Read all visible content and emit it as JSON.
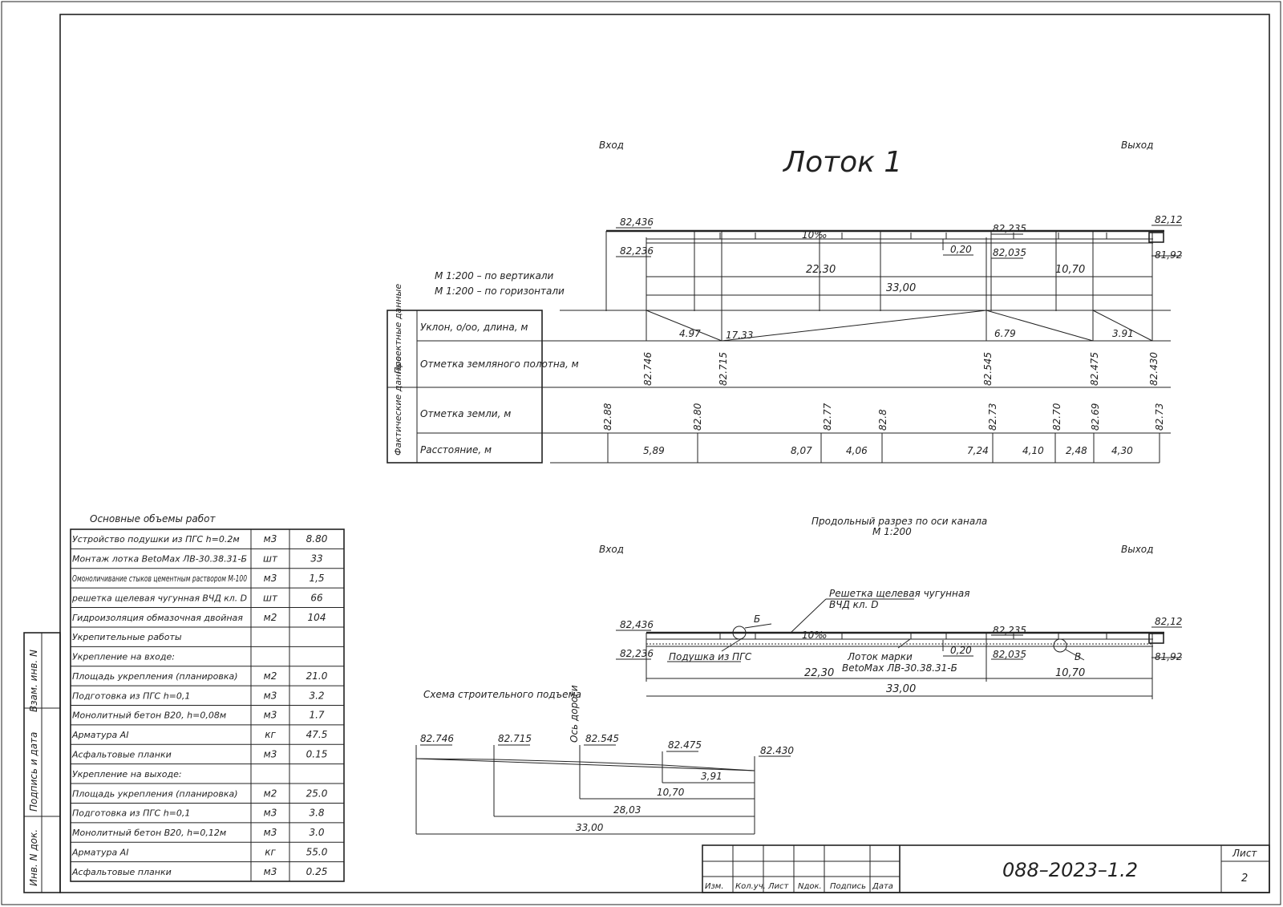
{
  "sheet": {
    "title": "Лоток 1",
    "entry_label": "Вход",
    "exit_label": "Выход",
    "scale_vertical": "М 1:200 – по вертикали",
    "scale_horizontal": "М 1:200 – по горизонтали",
    "section_title": "Продольный разрез по оси канала",
    "section_scale": "М 1:200",
    "scheme_title": "Схема строительного подъема"
  },
  "profile": {
    "elev_top_left": "82,436",
    "elev_bottom_left": "82,236",
    "elev_top_mid": "82,235",
    "elev_bottom_mid": "82,035",
    "elev_top_right": "82,12",
    "elev_bottom_right": "81,92",
    "slope": "10‰",
    "depth": "0,20",
    "dim_left": "22,30",
    "dim_right": "10,70",
    "dim_total": "33,00"
  },
  "grid": {
    "group_design": "Проектные данные",
    "group_fact": "Фактические данные",
    "rows": [
      {
        "label": "Уклон, о/оо, длина, м"
      },
      {
        "label": "Отметка земляного полотна, м"
      },
      {
        "label": "Отметка земли, м"
      },
      {
        "label": "Расстояние, м"
      }
    ],
    "slopes": [
      "4.97",
      "17.33",
      "6.79",
      "3.91"
    ],
    "subgrade_elevations": [
      "82.746",
      "82.715",
      "82.545",
      "82.475",
      "82.430"
    ],
    "ground_elevations": [
      "82.88",
      "82.80",
      "82.77",
      "82.8",
      "82.73",
      "82.70",
      "82.69",
      "82.73"
    ],
    "distances": [
      "5,89",
      "8,07",
      "4,06",
      "7,24",
      "4,10",
      "2,48",
      "4,30"
    ]
  },
  "section": {
    "grate_label_1": "Решетка щелевая чугунная",
    "grate_label_2": "ВЧД кл. D",
    "cushion_label": "Подушка из ПГС",
    "tray_label_1": "Лоток марки",
    "tray_label_2": "BetoMax ЛВ-30.38.31-Б",
    "node_b": "Б",
    "node_v": "В",
    "elev_top_left": "82,436",
    "elev_bottom_left": "82,236",
    "elev_top_mid": "82,235",
    "elev_bottom_mid": "82,035",
    "elev_top_right": "82,12",
    "elev_bottom_right": "81,92",
    "slope": "10‰",
    "depth": "0,20",
    "dim_left": "22,30",
    "dim_right": "10,70",
    "dim_total": "33,00"
  },
  "scheme": {
    "road_axis": "Ось дороги",
    "elevations": [
      "82.746",
      "82.715",
      "82.545",
      "82.475",
      "82.430"
    ],
    "dims": [
      "3,91",
      "10,70",
      "28,03",
      "33,00"
    ]
  },
  "works": {
    "title": "Основные объемы работ",
    "rows": [
      {
        "name": "Устройство подушки из ПГС h=0.2м",
        "unit": "м3",
        "qty": "8.80"
      },
      {
        "name": "Монтаж лотка BetoMax ЛВ-30.38.31-Б",
        "unit": "шт",
        "qty": "33"
      },
      {
        "name": "Омоноличивание стыков цементным раствором М-100",
        "unit": "м3",
        "qty": "1,5"
      },
      {
        "name": "решетка щелевая чугунная ВЧД кл. D",
        "unit": "шт",
        "qty": "66"
      },
      {
        "name": "Гидроизоляция обмазочная двойная",
        "unit": "м2",
        "qty": "104"
      },
      {
        "name": "Укрепительные работы",
        "unit": "",
        "qty": ""
      },
      {
        "name": "Укрепление на входе:",
        "unit": "",
        "qty": ""
      },
      {
        "name": "Площадь укрепления (планировка)",
        "unit": "м2",
        "qty": "21.0"
      },
      {
        "name": "Подготовка из ПГС h=0,1",
        "unit": "м3",
        "qty": "3.2"
      },
      {
        "name": "Монолитный бетон В20, h=0,08м",
        "unit": "м3",
        "qty": "1.7"
      },
      {
        "name": "Арматура АI",
        "unit": "кг",
        "qty": "47.5"
      },
      {
        "name": "Асфальтовые планки",
        "unit": "м3",
        "qty": "0.15"
      },
      {
        "name": "Укрепление на выходе:",
        "unit": "",
        "qty": ""
      },
      {
        "name": "Площадь укрепления (планировка)",
        "unit": "м2",
        "qty": "25.0"
      },
      {
        "name": "Подготовка из ПГС h=0,1",
        "unit": "м3",
        "qty": "3.8"
      },
      {
        "name": "Монолитный бетон В20, h=0,12м",
        "unit": "м3",
        "qty": "3.0"
      },
      {
        "name": "Арматура АI",
        "unit": "кг",
        "qty": "55.0"
      },
      {
        "name": "Асфальтовые планки",
        "unit": "м3",
        "qty": "0.25"
      }
    ]
  },
  "side_stamp": [
    "Взам. инв. N",
    "Подпись и дата",
    "Инв. N док."
  ],
  "stamp": {
    "headers": [
      "Изм.",
      "Кол.уч.",
      "Лист",
      "Nдок.",
      "Подпись",
      "Дата"
    ],
    "doc_number": "088–2023–1.2",
    "sheet_label": "Лист",
    "sheet_number": "2"
  }
}
